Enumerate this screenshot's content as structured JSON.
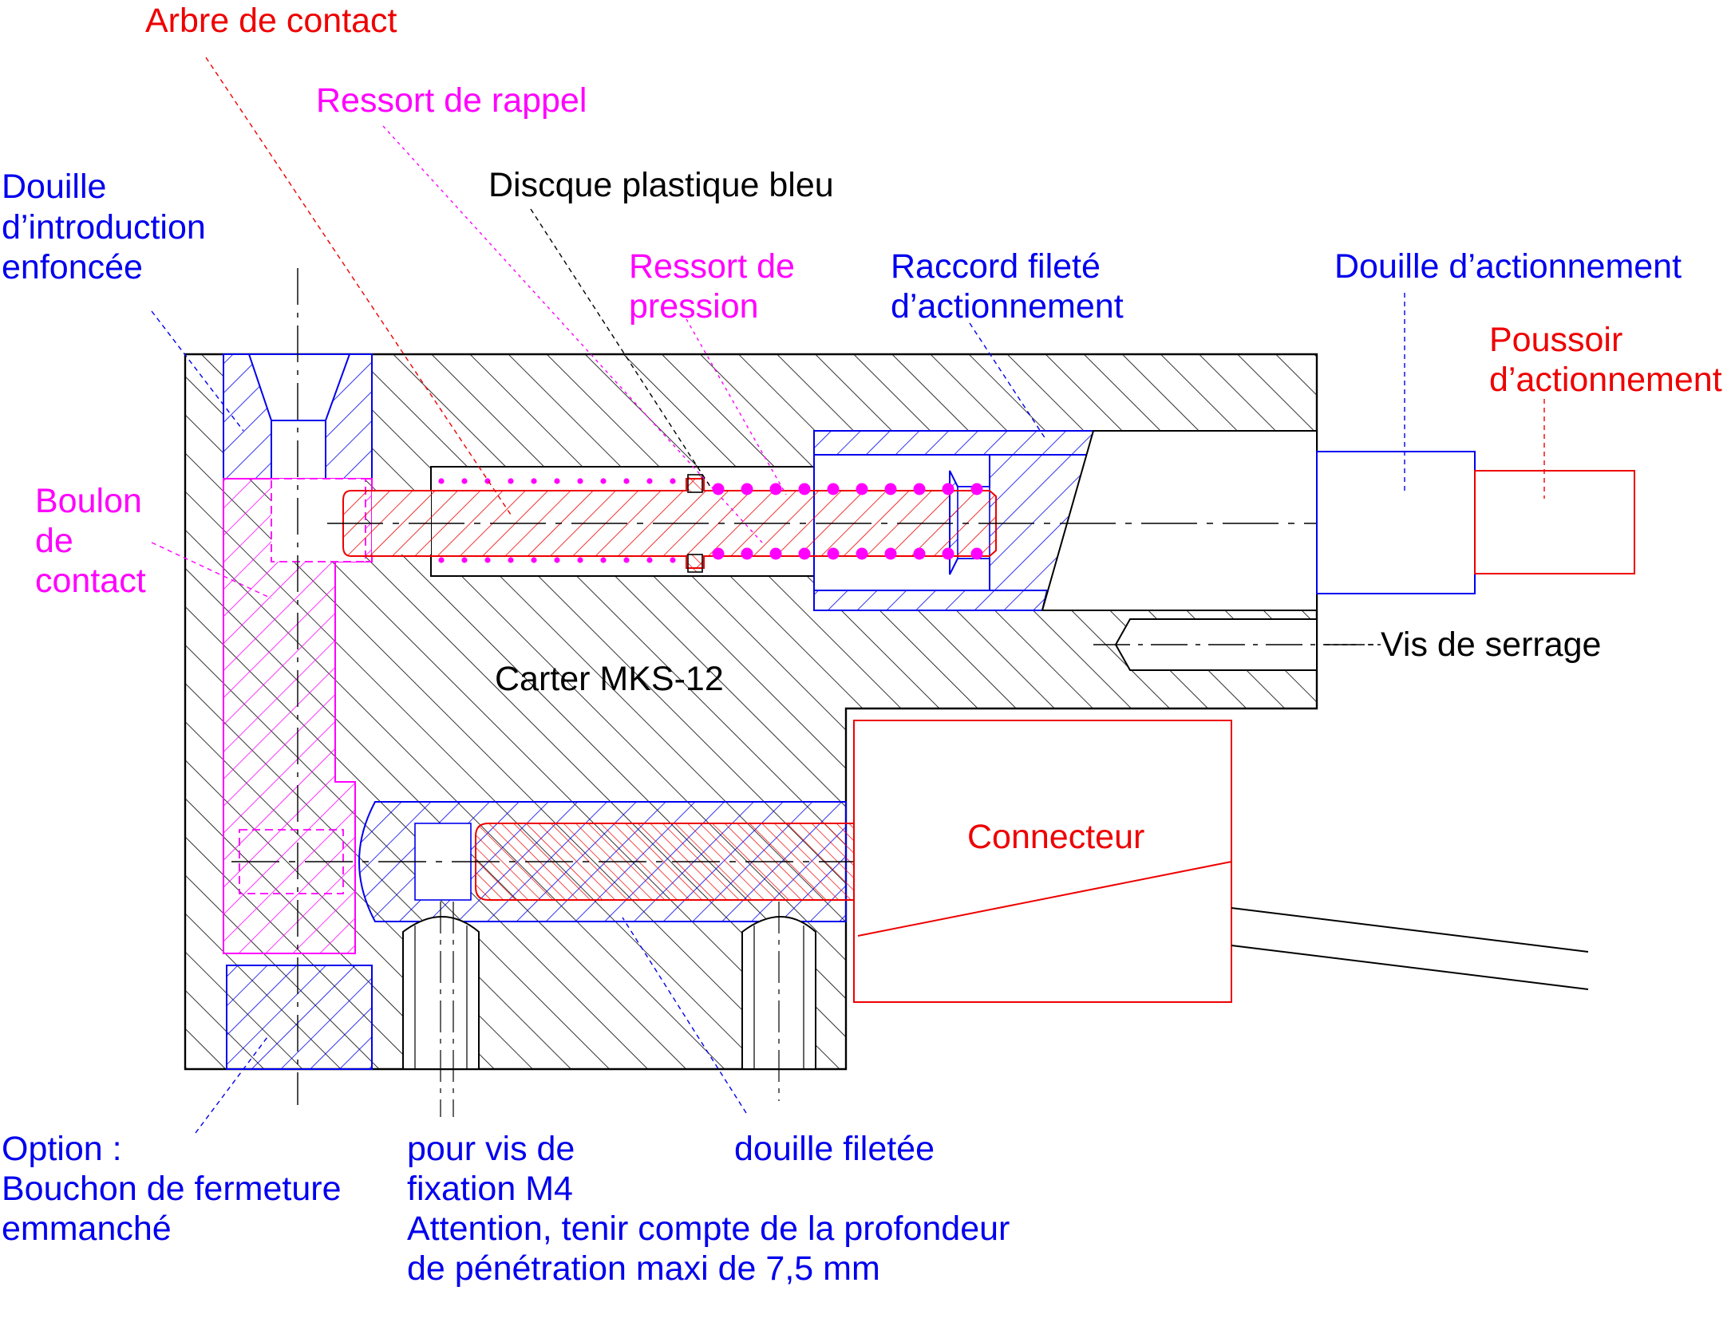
{
  "colors": {
    "black": "#000000",
    "blue": "#0000ee",
    "red": "#ee0000",
    "magenta": "#ff00ff"
  },
  "labels": {
    "arbre_contact": "Arbre de contact",
    "ressort_rappel": "Ressort de rappel",
    "discque": "Discque plastique bleu",
    "douille_intro_1": "Douille",
    "douille_intro_2": "d’introduction",
    "douille_intro_3": "enfoncée",
    "ressort_pression_1": "Ressort de",
    "ressort_pression_2": "pression",
    "raccord_1": "Raccord fileté",
    "raccord_2": "d’actionnement",
    "douille_action": "Douille d’actionnement",
    "poussoir_1": "Poussoir",
    "poussoir_2": "d’actionnement",
    "boulon_1": "Boulon",
    "boulon_2": "de",
    "boulon_3": "contact",
    "vis_serrage": "Vis de serrage",
    "carter": "Carter MKS-12",
    "connecteur": "Connecteur",
    "option_1": "Option :",
    "option_2": "Bouchon de fermeture",
    "option_3": "emmanché",
    "vis_fix_1": "pour vis de",
    "vis_fix_2": "fixation M4",
    "attention_1": "Attention, tenir compte de la profondeur",
    "attention_2": "de pénétration maxi de 7,5 mm",
    "douille_filetee": "douille filetée"
  }
}
